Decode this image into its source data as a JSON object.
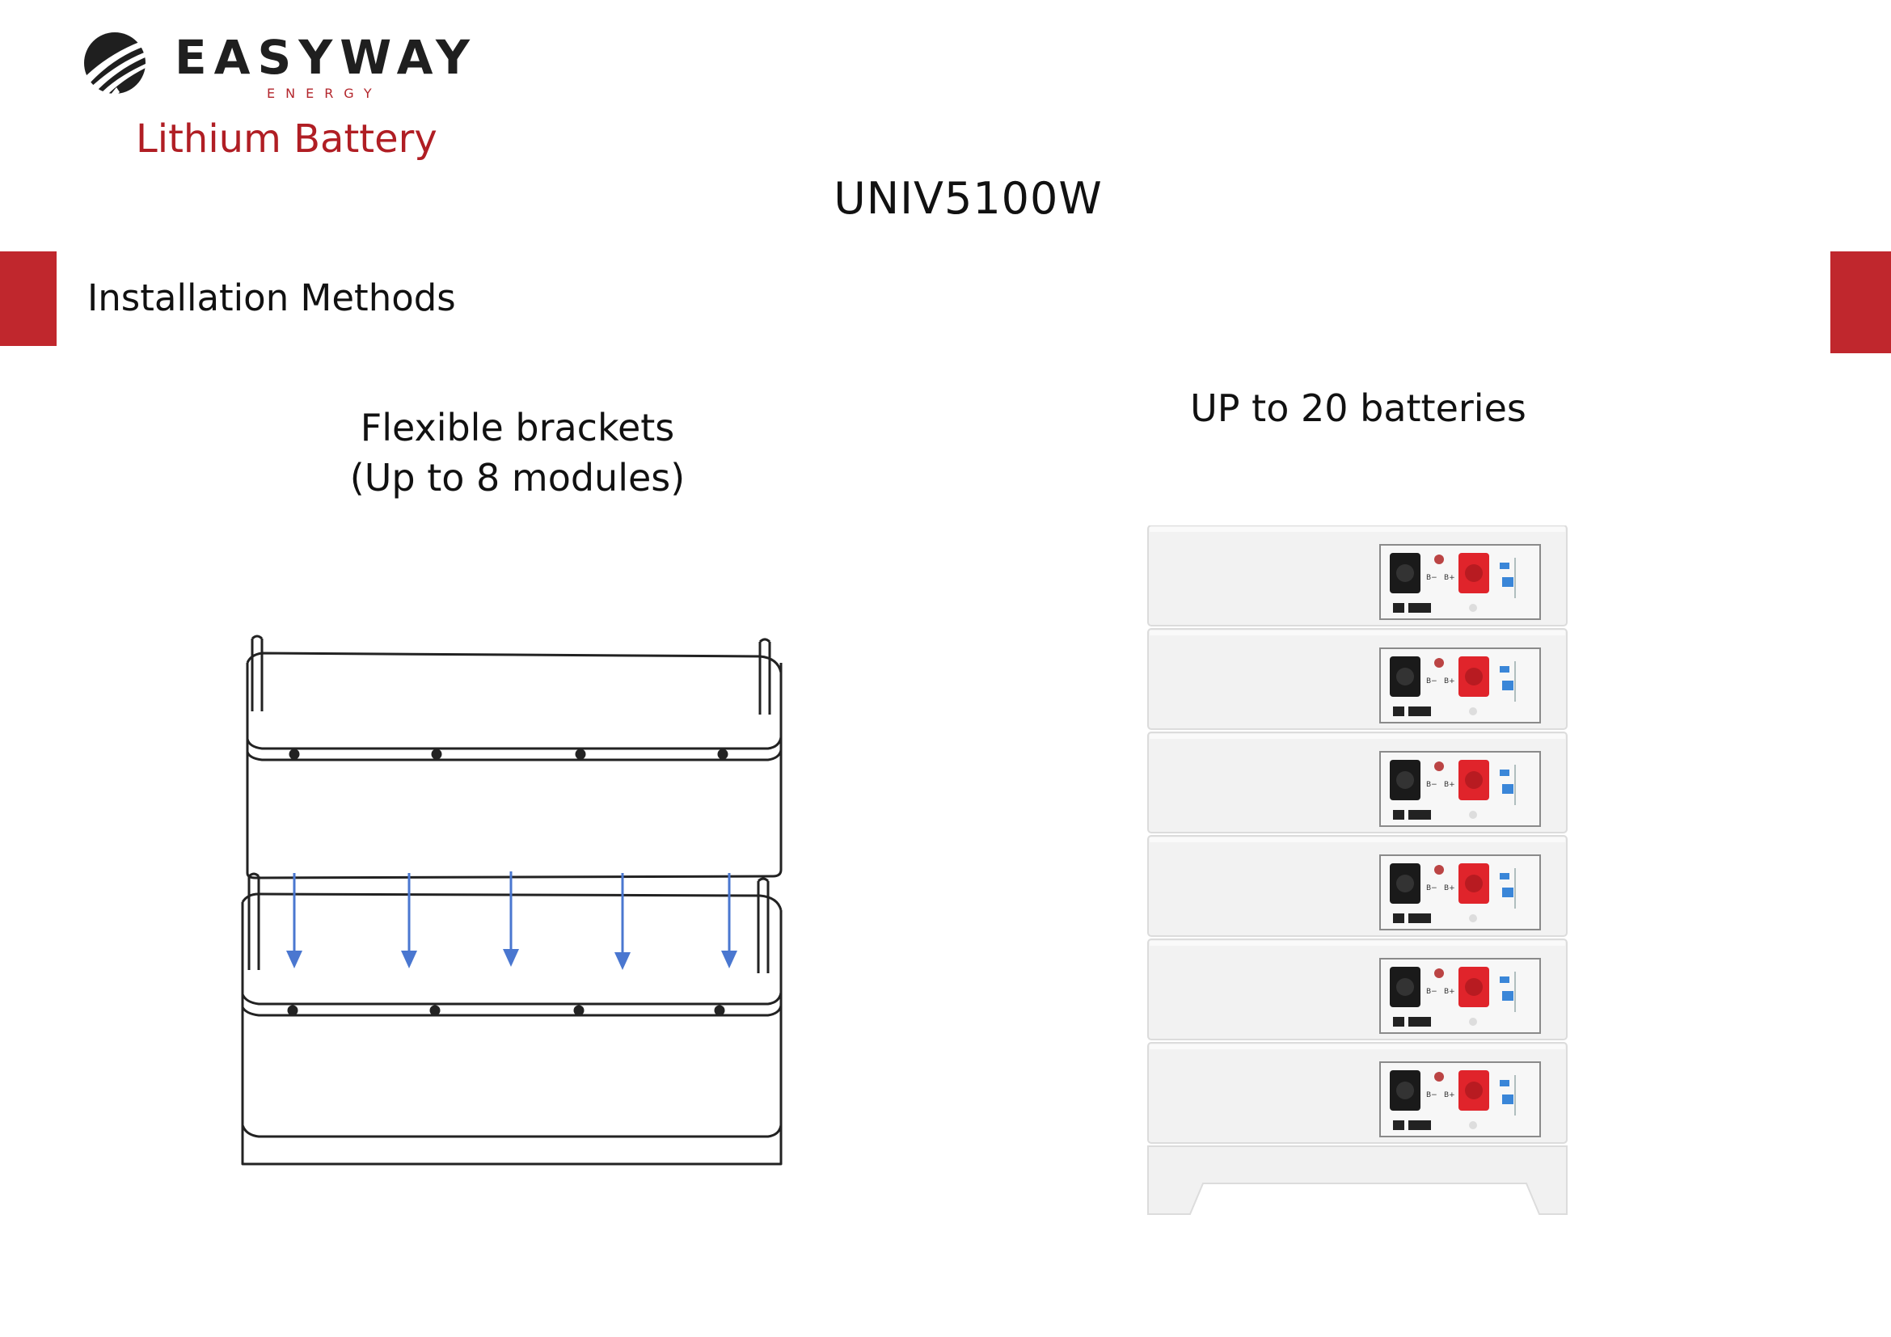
{
  "header": {
    "logo_icon": "easyway-swoosh-logo",
    "brand_name": "EASYWAY",
    "brand_sub": "ENERGY",
    "product_line": "Lithium Battery"
  },
  "title": "UNIV5100W",
  "section": {
    "heading": "Installation Methods"
  },
  "methods": {
    "left": {
      "caption_line1": "Flexible brackets",
      "caption_line2": "(Up to 8 modules)",
      "illustration": "two stacked battery modules with downward blue arrows"
    },
    "right": {
      "caption": "UP to 20 batteries",
      "illustration": "stack of six white battery modules on a base",
      "module_count": 6,
      "terminal_labels": [
        "B−",
        "B+"
      ]
    }
  },
  "colors": {
    "brand_red": "#c0272d",
    "logo_text": "#1f1f1f",
    "arrow_blue": "#4a77d0",
    "terminal_red": "#e0242b",
    "terminal_black": "#1a1a1a"
  }
}
